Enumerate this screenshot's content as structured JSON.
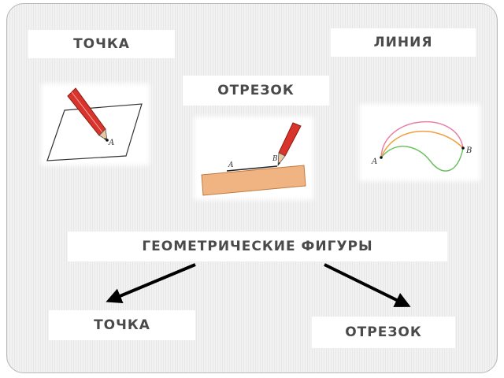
{
  "slide": {
    "label_top_left": "ТОЧКА",
    "label_top_right": "ЛИНИЯ",
    "label_center": "ОТРЕЗОК",
    "main_label": "ГЕОМЕТРИЧЕСКИЕ  ФИГУРЫ",
    "branch_left": "ТОЧКА",
    "branch_right": "ОТРЕЗОК"
  },
  "figures": {
    "point": {
      "point_label": "A"
    },
    "segment": {
      "endpoint_a": "A",
      "endpoint_b": "B"
    },
    "line": {
      "endpoint_a": "A",
      "endpoint_b": "B"
    }
  },
  "colors": {
    "pencil_red": "#d9342c",
    "ruler": "#f0b482",
    "curve_top": "#e880a6",
    "curve_middle": "#f0a040",
    "curve_bottom": "#6cc060",
    "arrow": "#000000"
  }
}
